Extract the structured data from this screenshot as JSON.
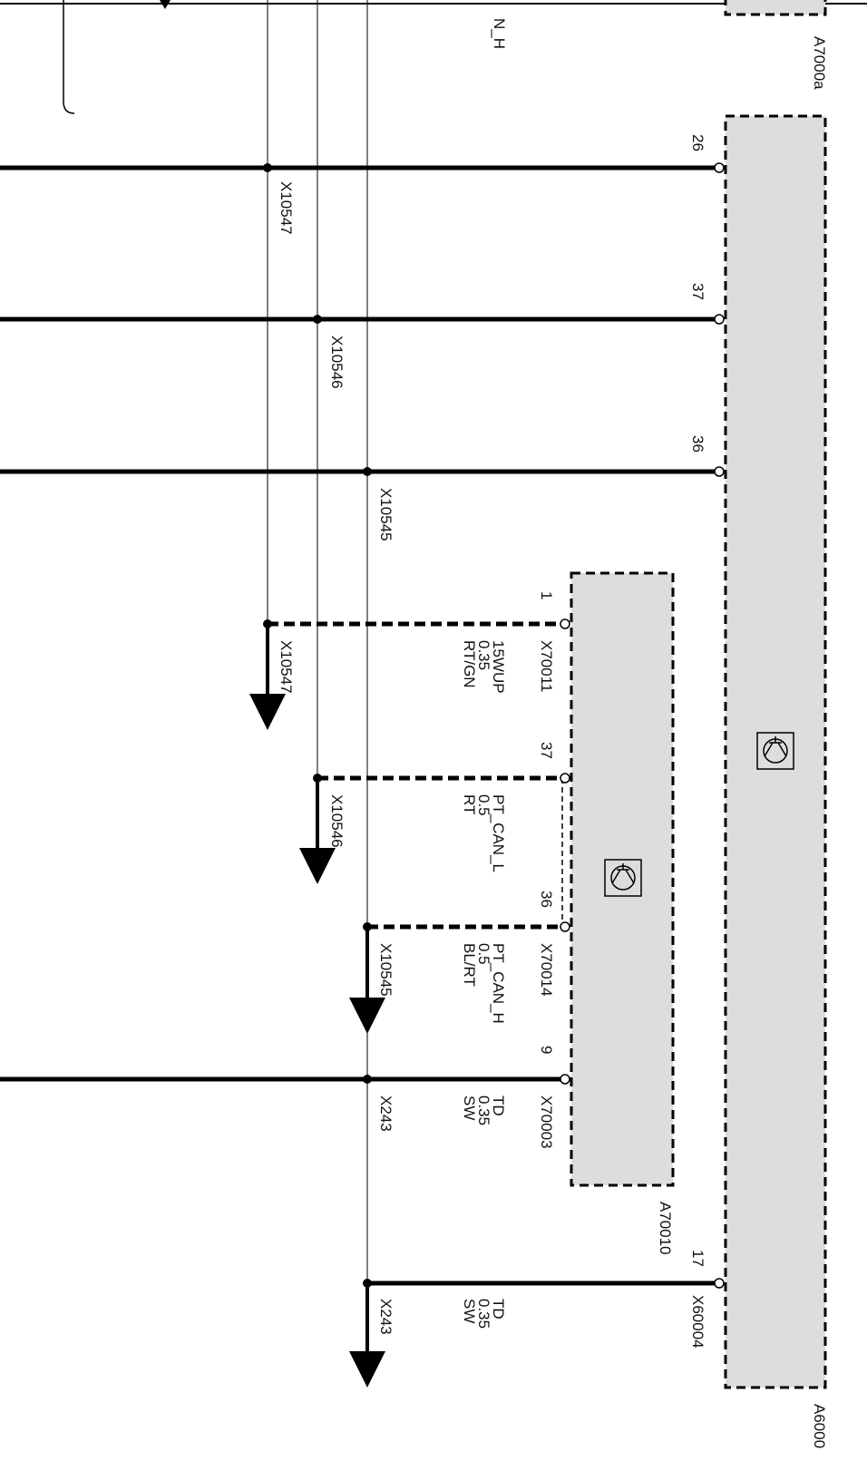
{
  "modules": [
    {
      "id": "A7000a",
      "label": "A7000a"
    },
    {
      "id": "A6000",
      "label": "A6000"
    },
    {
      "id": "A70010",
      "label": "A70010"
    }
  ],
  "top_partial_label": "N_H",
  "a6000_pins": [
    {
      "pin": "26",
      "splice": "X10547"
    },
    {
      "pin": "37",
      "splice": "X10546"
    },
    {
      "pin": "36",
      "splice": "X10545"
    },
    {
      "pin": "17",
      "connector": "X60004",
      "signal": "TD",
      "gauge": "0.35",
      "color": "SW",
      "splice": "X243"
    }
  ],
  "a70010_pins": [
    {
      "pin": "1",
      "connector": "X70011",
      "signal": "15WUP",
      "gauge": "0.35",
      "color": "RT/GN",
      "splice": "X10547"
    },
    {
      "pin": "37",
      "signal": "PT_CAN_L",
      "gauge": "0.5",
      "color": "RT",
      "splice": "X10546"
    },
    {
      "pin": "36",
      "connector": "X70014",
      "signal": "PT_CAN_H",
      "gauge": "0.5",
      "color": "BL/RT",
      "splice": "X10545"
    },
    {
      "pin": "9",
      "connector": "X70003",
      "signal": "TD",
      "gauge": "0.35",
      "color": "SW",
      "splice": "X243"
    }
  ]
}
